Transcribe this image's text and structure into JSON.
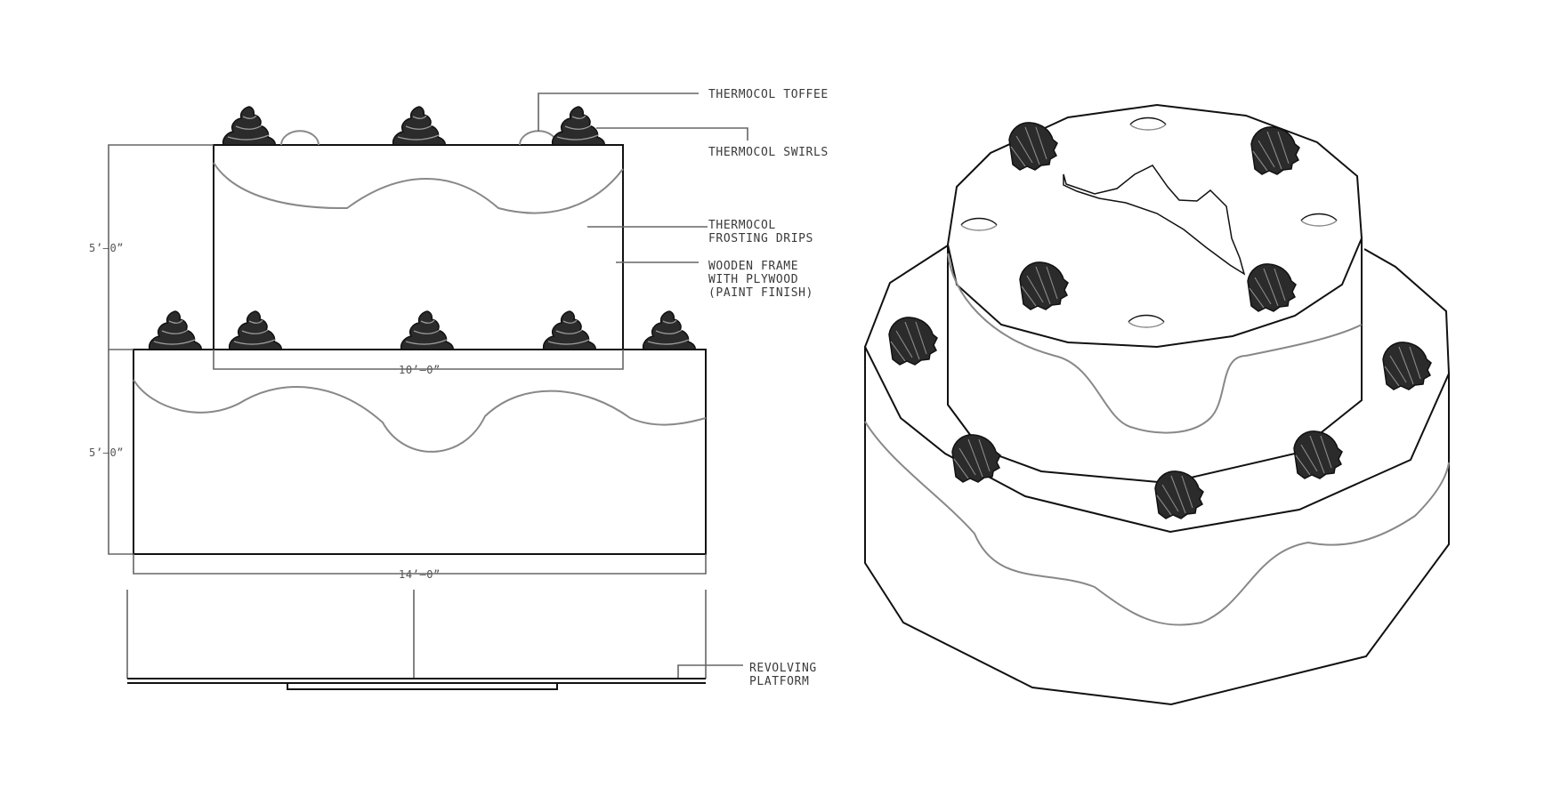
{
  "labels": {
    "toffee": "THERMOCOL TOFFEE",
    "swirls": "THERMOCOL SWIRLS",
    "drips_1": "THERMOCOL",
    "drips_2": "FROSTING DRIPS",
    "frame_1": "WOODEN FRAME",
    "frame_2": "WITH PLYWOOD",
    "frame_3": "(PAINT FINISH)",
    "platform_1": "REVOLVING",
    "platform_2": "PLATFORM"
  },
  "dimensions": {
    "top_tier_height": "5’–0”",
    "bottom_tier_height": "5’–0”",
    "top_tier_width": "10’–0”",
    "bottom_tier_width": "14’–0”"
  },
  "colors": {
    "line_dark": "#111111",
    "line_mid": "#888888",
    "swirl_fill": "#2b2b2b",
    "text": "#3a3a3a"
  },
  "icons": {
    "swirl": "frosting-swirl-icon",
    "toffee": "toffee-dome-icon"
  }
}
